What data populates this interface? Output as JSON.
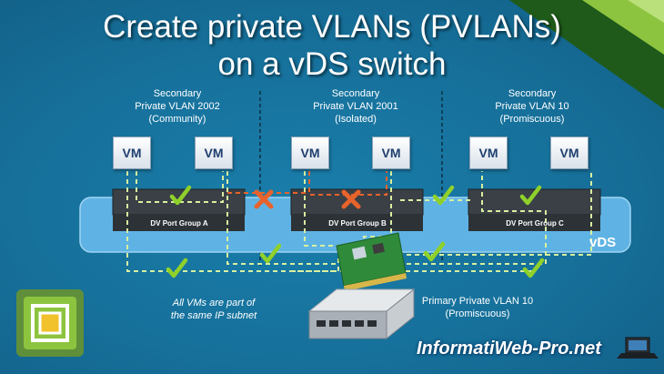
{
  "title": {
    "line1": "Create private VLANs (PVLANs)",
    "line2": "on a vDS switch"
  },
  "secondary_vlans": [
    {
      "line1": "Secondary",
      "line2": "Private VLAN 2002",
      "line3": "(Community)"
    },
    {
      "line1": "Secondary",
      "line2": "Private VLAN 2001",
      "line3": "(Isolated)"
    },
    {
      "line1": "Secondary",
      "line2": "Private VLAN 10",
      "line3": "(Promiscuous)"
    }
  ],
  "vm_label": "VM",
  "port_groups": [
    "DV Port Group A",
    "DV Port Group B",
    "DV Port Group C"
  ],
  "switch_label": "vDS",
  "subnet_note": {
    "line1": "All VMs are part of",
    "line2": "the same IP subnet"
  },
  "primary_vlan": {
    "line1": "Primary Private VLAN 10",
    "line2": "(Promiscuous)"
  },
  "brand": "InformatiWeb-Pro.net",
  "colors": {
    "background": "#16709a",
    "switch_band": "#5fb3e4",
    "port_group": "#3a4046",
    "dashed_path": "#d8f0a0",
    "blocked_path": "#e8632c",
    "check_mark": "#8fd12a",
    "blocked_mark": "#e8632c",
    "corner_accent": "#8dc43f"
  },
  "icons": [
    "check-icon",
    "blocked-x-icon",
    "network-card-icon",
    "physical-switch-icon",
    "vsphere-logo-icon",
    "laptop-icon"
  ]
}
